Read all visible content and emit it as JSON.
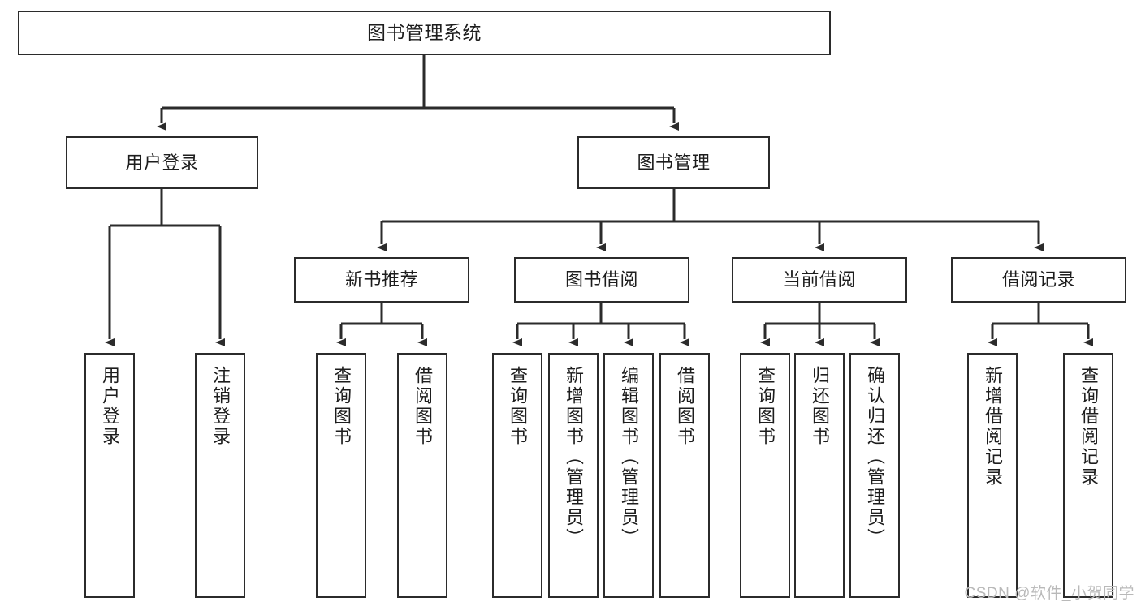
{
  "diagram": {
    "title": "图书管理系统",
    "type": "tree",
    "colors": {
      "node_border": "#2b2b2b",
      "node_fill": "#ffffff",
      "edge": "#2b2b2b",
      "text": "#1d1d1d",
      "watermark": "#b9b9b9",
      "background": "#ffffff"
    },
    "root": {
      "label": "图书管理系统"
    },
    "level2": [
      {
        "label": "用户登录"
      },
      {
        "label": "图书管理"
      }
    ],
    "level3": [
      {
        "label": "新书推荐"
      },
      {
        "label": "图书借阅"
      },
      {
        "label": "当前借阅"
      },
      {
        "label": "借阅记录"
      }
    ],
    "leaves": {
      "user_login": [
        {
          "label": "用户登录"
        },
        {
          "label": "注销登录"
        }
      ],
      "new_book_recommend": [
        {
          "label": "查询图书"
        },
        {
          "label": "借阅图书"
        }
      ],
      "book_borrow": [
        {
          "label": "查询图书"
        },
        {
          "label": "新增图书（管理员）"
        },
        {
          "label": "编辑图书（管理员）"
        },
        {
          "label": "借阅图书"
        }
      ],
      "current_borrow": [
        {
          "label": "查询图书"
        },
        {
          "label": "归还图书"
        },
        {
          "label": "确认归还（管理员）"
        }
      ],
      "borrow_record": [
        {
          "label": "新增借阅记录"
        },
        {
          "label": "查询借阅记录"
        }
      ]
    }
  },
  "watermark": {
    "text": "CSDN @软件_小贺同学"
  }
}
